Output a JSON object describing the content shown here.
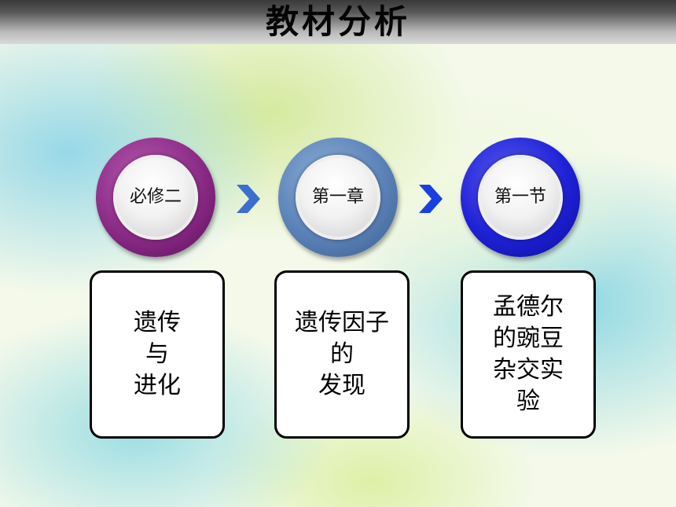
{
  "title": "教材分析",
  "steps": [
    {
      "circle_label": "必修二",
      "card_lines": [
        "遗传",
        "与",
        "进化"
      ]
    },
    {
      "circle_label": "第一章",
      "card_lines": [
        "遗传因子",
        "的",
        "发现"
      ]
    },
    {
      "circle_label": "第一节",
      "card_lines": [
        "孟德尔",
        "的豌豆",
        "杂交实",
        "验"
      ]
    }
  ],
  "colors": {
    "step1_ring": "#8a2b86",
    "step2_ring": "#5b82b8",
    "step3_ring": "#1f21d6",
    "chevron": "#3a6fcf"
  },
  "icons": [
    "chevron-right-icon",
    "chevron-right-icon"
  ]
}
